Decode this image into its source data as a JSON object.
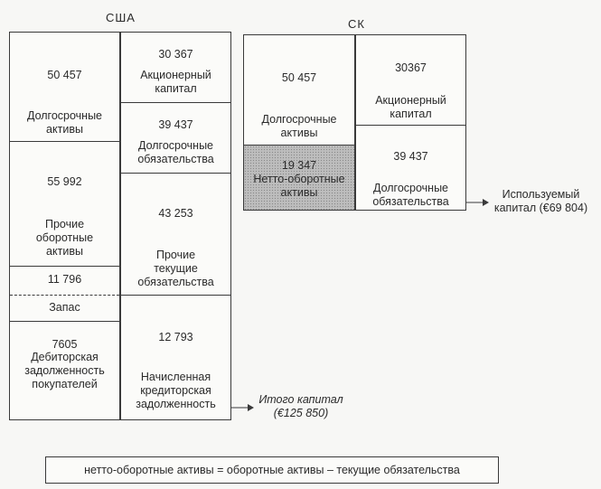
{
  "usa": {
    "title": "США",
    "left": {
      "lt_assets_value": "50 457",
      "lt_assets_label": [
        "Долгосрочные",
        "активы"
      ],
      "other_current_value": "55 992",
      "other_current_label": [
        "Прочие",
        "оборотные",
        "активы"
      ],
      "inventory_value": "11 796",
      "inventory_label": "Запас",
      "receivables_value": "7605",
      "receivables_label": [
        "Дебиторская",
        "задолженность",
        "покупателей"
      ]
    },
    "right": {
      "equity_value": "30 367",
      "equity_label": [
        "Акционерный",
        "капитал"
      ],
      "lt_liab_value": "39 437",
      "lt_liab_label": [
        "Долгосрочные",
        "обязательства"
      ],
      "other_current_liab_value": "43 253",
      "other_current_liab_label": [
        "Прочие",
        "текущие",
        "обязательства"
      ],
      "accrued_value": "12 793",
      "accrued_label": [
        "Начисленная",
        "кредиторская",
        "задолженность"
      ]
    },
    "total_label": "Итого капитал",
    "total_value": "(€125 850)"
  },
  "uk": {
    "title": "СК",
    "left": {
      "lt_assets_value": "50 457",
      "lt_assets_label": [
        "Долгосрочные",
        "активы"
      ],
      "nwc_value": "19 347",
      "nwc_label": [
        "Нетто-оборотные",
        "активы"
      ]
    },
    "right": {
      "equity_value": "30367",
      "equity_label": [
        "Акционерный",
        "капитал"
      ],
      "lt_liab_value": "39 437",
      "lt_liab_label": [
        "Долгосрочные",
        "обязательства"
      ]
    },
    "used_label": "Используемый",
    "used_value": "капитал (€69 804)"
  },
  "formula": "нетто-оборотные активы = оборотные активы – текущие обязательства",
  "colors": {
    "line": "#3a3a3a",
    "shade": "#bdbdbd",
    "background": "#f7f7f5"
  }
}
